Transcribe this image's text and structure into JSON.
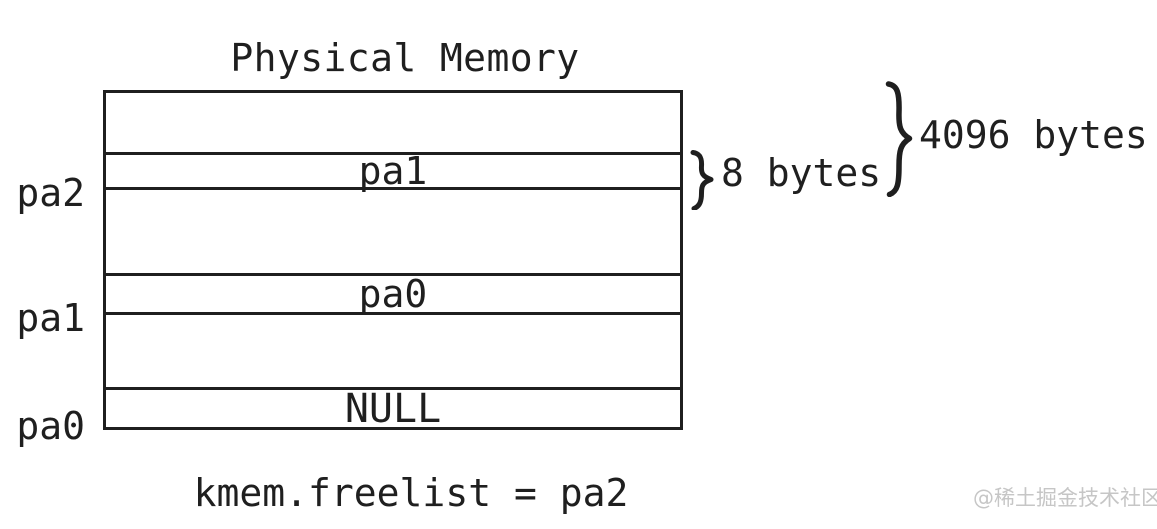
{
  "title": "Physical Memory",
  "memory": {
    "left_labels": [
      "pa2",
      "pa1",
      "pa0"
    ],
    "slots": [
      "pa1",
      "pa0",
      "NULL"
    ]
  },
  "annotations": {
    "slot_size": "8 bytes",
    "page_size": "4096 bytes"
  },
  "caption": "kmem.freelist = pa2",
  "watermark": "@稀土掘金技术社区",
  "colors": {
    "ink": "#1f1f1f",
    "background": "#ffffff",
    "watermark": "#c6c6c6"
  }
}
